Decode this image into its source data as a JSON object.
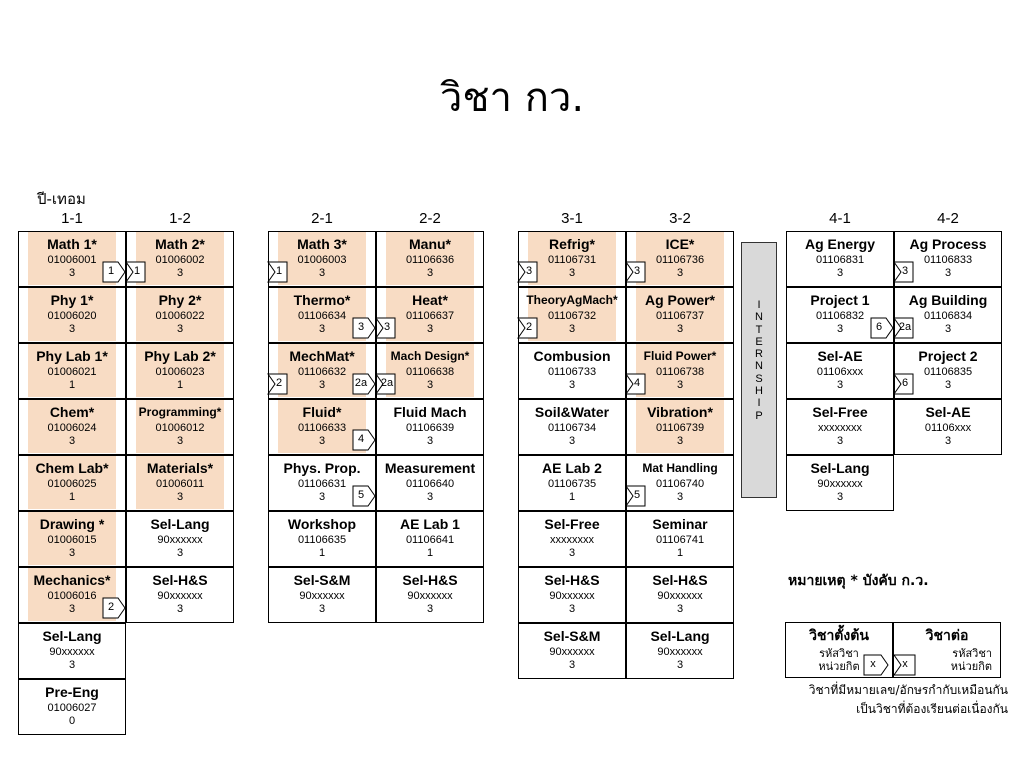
{
  "title": "วิชา กว.",
  "year_term_label": "ปี-เทอม",
  "headers": [
    "1-1",
    "1-2",
    "2-1",
    "2-2",
    "3-1",
    "3-2",
    "4-1",
    "4-2"
  ],
  "columns": [
    [
      {
        "name": "Math 1*",
        "code": "01006001",
        "credit": "3",
        "hl": true
      },
      {
        "name": "Phy 1*",
        "code": "01006020",
        "credit": "3",
        "hl": true
      },
      {
        "name": "Phy Lab 1*",
        "code": "01006021",
        "credit": "1",
        "hl": true
      },
      {
        "name": "Chem*",
        "code": "01006024",
        "credit": "3",
        "hl": true
      },
      {
        "name": "Chem Lab*",
        "code": "01006025",
        "credit": "1",
        "hl": true
      },
      {
        "name": "Drawing *",
        "code": "01006015",
        "credit": "3",
        "hl": true
      },
      {
        "name": "Mechanics*",
        "code": "01006016",
        "credit": "3",
        "hl": true
      },
      {
        "name": "Sel-Lang",
        "code": "90xxxxxx",
        "credit": "3",
        "hl": false
      },
      {
        "name": "Pre-Eng",
        "code": "01006027",
        "credit": "0",
        "hl": false
      }
    ],
    [
      {
        "name": "Math 2*",
        "code": "01006002",
        "credit": "3",
        "hl": true
      },
      {
        "name": "Phy 2*",
        "code": "01006022",
        "credit": "3",
        "hl": true
      },
      {
        "name": "Phy Lab 2*",
        "code": "01006023",
        "credit": "1",
        "hl": true
      },
      {
        "name": "Programming*",
        "code": "01006012",
        "credit": "3",
        "hl": true
      },
      {
        "name": "Materials*",
        "code": "01006011",
        "credit": "3",
        "hl": true
      },
      {
        "name": "Sel-Lang",
        "code": "90xxxxxx",
        "credit": "3",
        "hl": false
      },
      {
        "name": "Sel-H&S",
        "code": "90xxxxxx",
        "credit": "3",
        "hl": false
      }
    ],
    [
      {
        "name": "Math 3*",
        "code": "01006003",
        "credit": "3",
        "hl": true
      },
      {
        "name": "Thermo*",
        "code": "01106634",
        "credit": "3",
        "hl": true
      },
      {
        "name": "MechMat*",
        "code": "01106632",
        "credit": "3",
        "hl": true
      },
      {
        "name": "Fluid*",
        "code": "01106633",
        "credit": "3",
        "hl": true
      },
      {
        "name": "Phys. Prop.",
        "code": "01106631",
        "credit": "3",
        "hl": false
      },
      {
        "name": "Workshop",
        "code": "01106635",
        "credit": "1",
        "hl": false
      },
      {
        "name": "Sel-S&M",
        "code": "90xxxxxx",
        "credit": "3",
        "hl": false
      }
    ],
    [
      {
        "name": "Manu*",
        "code": "01106636",
        "credit": "3",
        "hl": true
      },
      {
        "name": "Heat*",
        "code": "01106637",
        "credit": "3",
        "hl": true
      },
      {
        "name": "Mach Design*",
        "code": "01106638",
        "credit": "3",
        "hl": true
      },
      {
        "name": "Fluid Mach",
        "code": "01106639",
        "credit": "3",
        "hl": false
      },
      {
        "name": "Measurement",
        "code": "01106640",
        "credit": "3",
        "hl": false
      },
      {
        "name": "AE Lab 1",
        "code": "01106641",
        "credit": "1",
        "hl": false
      },
      {
        "name": "Sel-H&S",
        "code": "90xxxxxx",
        "credit": "3",
        "hl": false
      }
    ],
    [
      {
        "name": "Refrig*",
        "code": "01106731",
        "credit": "3",
        "hl": true
      },
      {
        "name": "TheoryAgMach*",
        "code": "01106732",
        "credit": "3",
        "hl": true
      },
      {
        "name": "Combusion",
        "code": "01106733",
        "credit": "3",
        "hl": false
      },
      {
        "name": "Soil&Water",
        "code": "01106734",
        "credit": "3",
        "hl": false
      },
      {
        "name": "AE Lab 2",
        "code": "01106735",
        "credit": "1",
        "hl": false
      },
      {
        "name": "Sel-Free",
        "code": "xxxxxxxx",
        "credit": "3",
        "hl": false
      },
      {
        "name": "Sel-H&S",
        "code": "90xxxxxx",
        "credit": "3",
        "hl": false
      },
      {
        "name": "Sel-S&M",
        "code": "90xxxxxx",
        "credit": "3",
        "hl": false
      }
    ],
    [
      {
        "name": "ICE*",
        "code": "01106736",
        "credit": "3",
        "hl": true
      },
      {
        "name": "Ag Power*",
        "code": "01106737",
        "credit": "3",
        "hl": true
      },
      {
        "name": "Fluid Power*",
        "code": "01106738",
        "credit": "3",
        "hl": true
      },
      {
        "name": "Vibration*",
        "code": "01106739",
        "credit": "3",
        "hl": true
      },
      {
        "name": "Mat Handling",
        "code": "01106740",
        "credit": "3",
        "hl": false
      },
      {
        "name": "Seminar",
        "code": "01106741",
        "credit": "1",
        "hl": false
      },
      {
        "name": "Sel-H&S",
        "code": "90xxxxxx",
        "credit": "3",
        "hl": false
      },
      {
        "name": "Sel-Lang",
        "code": "90xxxxxx",
        "credit": "3",
        "hl": false
      }
    ],
    [
      {
        "name": "Ag Energy",
        "code": "01106831",
        "credit": "3",
        "hl": false
      },
      {
        "name": "Project 1",
        "code": "01106832",
        "credit": "3",
        "hl": false
      },
      {
        "name": "Sel-AE",
        "code": "01106xxx",
        "credit": "3",
        "hl": false
      },
      {
        "name": "Sel-Free",
        "code": "xxxxxxxx",
        "credit": "3",
        "hl": false
      },
      {
        "name": "Sel-Lang",
        "code": "90xxxxxx",
        "credit": "3",
        "hl": false
      }
    ],
    [
      {
        "name": "Ag Process",
        "code": "01106833",
        "credit": "3",
        "hl": false
      },
      {
        "name": "Ag Building",
        "code": "01106834",
        "credit": "3",
        "hl": false
      },
      {
        "name": "Project 2",
        "code": "01106835",
        "credit": "3",
        "hl": false
      },
      {
        "name": "Sel-AE",
        "code": "01106xxx",
        "credit": "3",
        "hl": false
      }
    ]
  ],
  "tags": [
    {
      "col": 0,
      "row": 0,
      "side": "end",
      "label": "1"
    },
    {
      "col": 1,
      "row": 0,
      "side": "start",
      "label": "1"
    },
    {
      "col": 2,
      "row": 0,
      "side": "start",
      "label": "1"
    },
    {
      "col": 2,
      "row": 1,
      "side": "end",
      "label": "3"
    },
    {
      "col": 3,
      "row": 1,
      "side": "start",
      "label": "3"
    },
    {
      "col": 2,
      "row": 2,
      "side": "start",
      "label": "2"
    },
    {
      "col": 2,
      "row": 2,
      "side": "end",
      "label": "2a"
    },
    {
      "col": 3,
      "row": 2,
      "side": "start",
      "label": "2a"
    },
    {
      "col": 2,
      "row": 3,
      "side": "end",
      "label": "4"
    },
    {
      "col": 2,
      "row": 4,
      "side": "end",
      "label": "5"
    },
    {
      "col": 0,
      "row": 6,
      "side": "end",
      "label": "2"
    },
    {
      "col": 4,
      "row": 0,
      "side": "start",
      "label": "3"
    },
    {
      "col": 5,
      "row": 0,
      "side": "start",
      "label": "3"
    },
    {
      "col": 4,
      "row": 1,
      "side": "start",
      "label": "2"
    },
    {
      "col": 5,
      "row": 2,
      "side": "start",
      "label": "4"
    },
    {
      "col": 5,
      "row": 4,
      "side": "start",
      "label": "5"
    },
    {
      "col": 7,
      "row": 0,
      "side": "start",
      "label": "3"
    },
    {
      "col": 6,
      "row": 1,
      "side": "end",
      "label": "6"
    },
    {
      "col": 7,
      "row": 1,
      "side": "start",
      "label": "2a"
    },
    {
      "col": 7,
      "row": 2,
      "side": "start",
      "label": "6"
    }
  ],
  "internship": "INTERNSHIP",
  "note_title": "หมายเหตุ * บังคับ ก.ว.",
  "legend": {
    "prereq_head": "วิชาตั้งต้น",
    "next_head": "วิชาต่อ",
    "code_label": "รหัสวิชา",
    "credit_label": "หน่วยกิต",
    "tag_label": "x"
  },
  "note_lines": [
    "วิชาที่มีหมายเลข/อักษรกำกับเหมือนกัน",
    "เป็นวิชาที่ต้องเรียนต่อเนื่องกัน"
  ],
  "colors": {
    "highlight": "#f8dcc4",
    "internship_bg": "#d9d9d9"
  }
}
